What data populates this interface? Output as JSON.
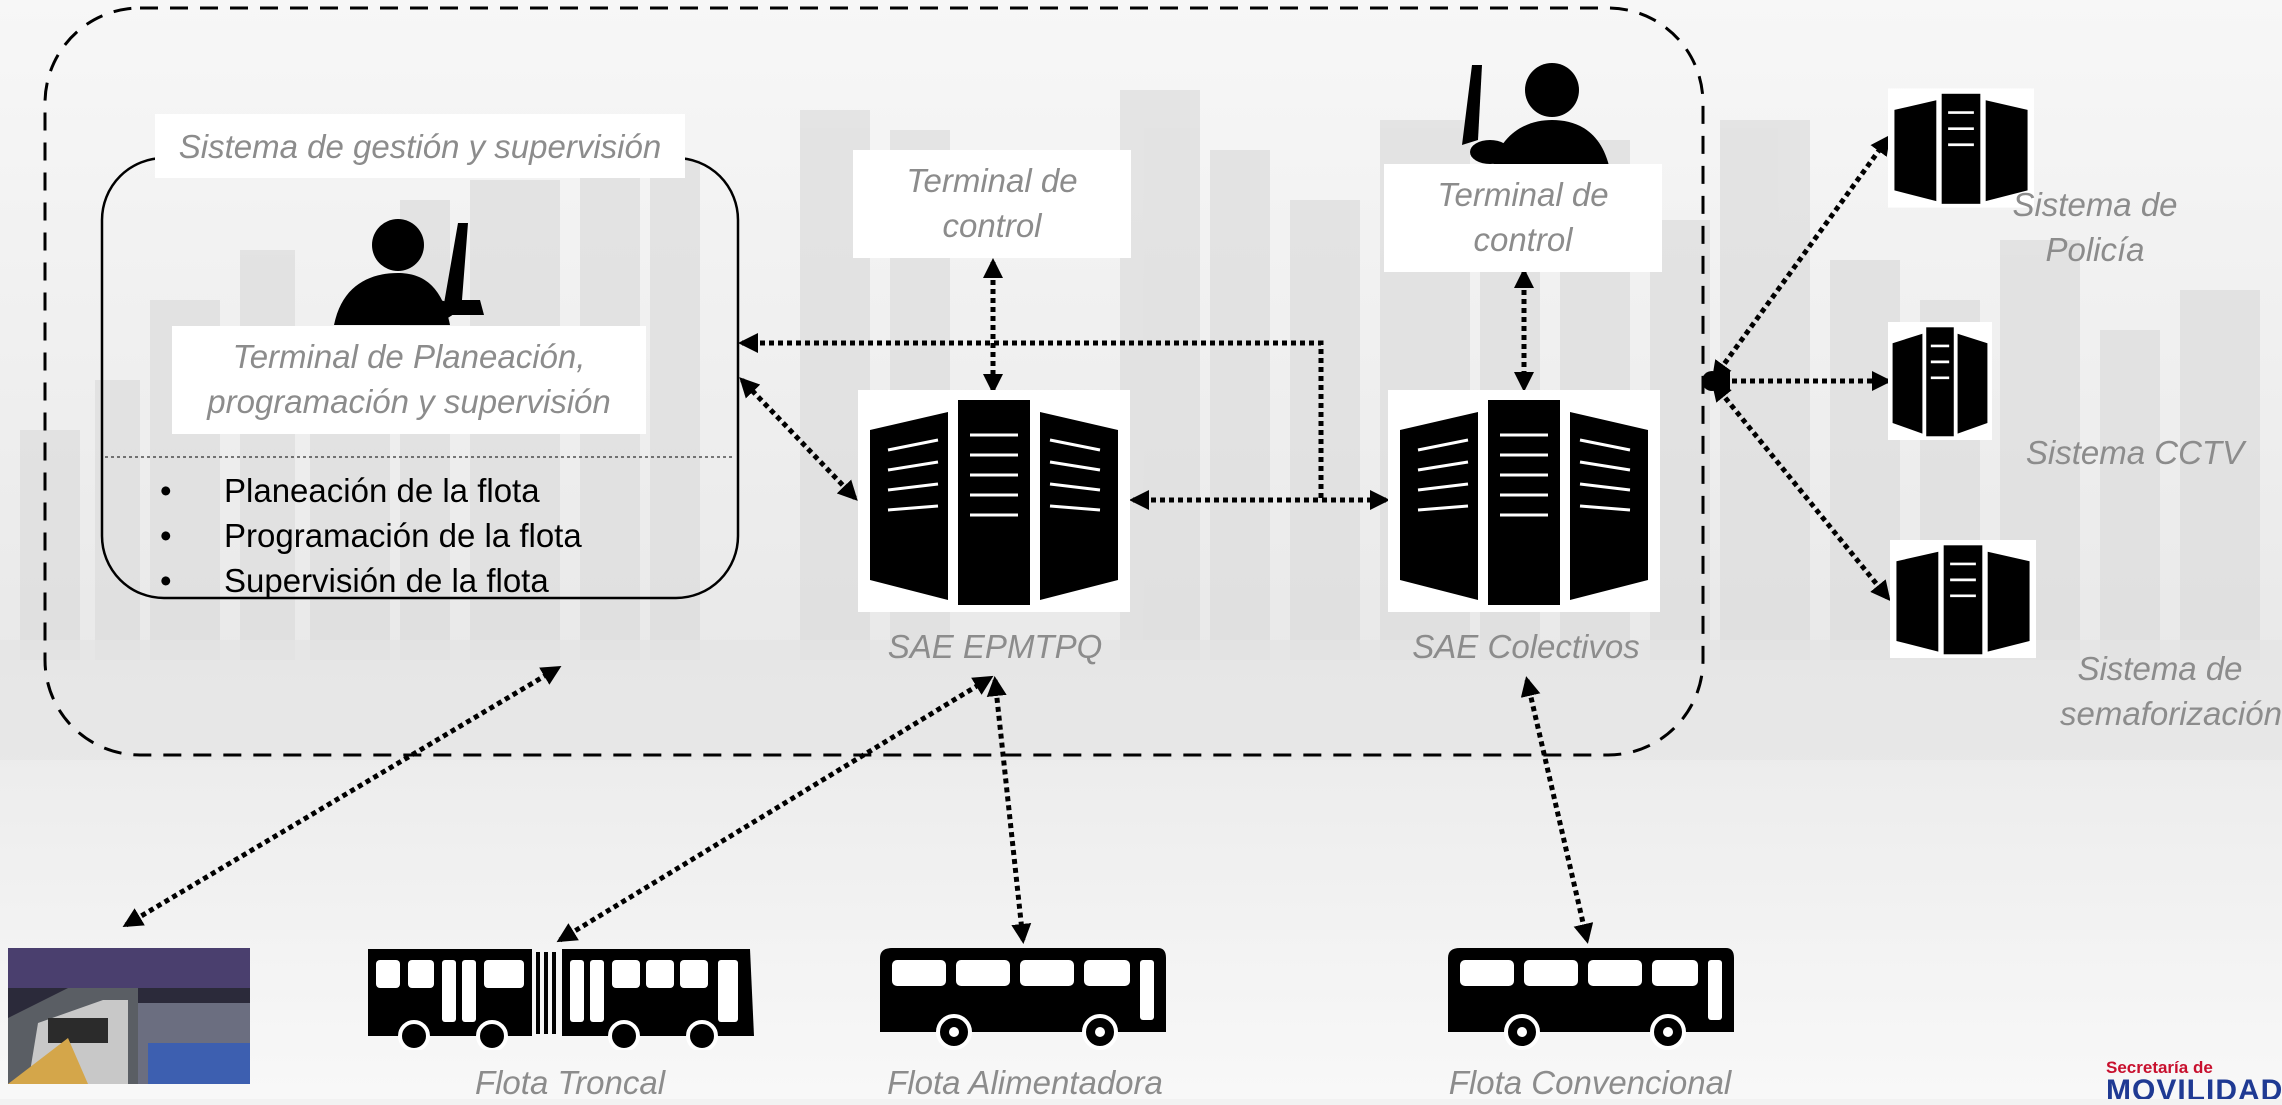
{
  "labels": {
    "sistema_gestion": "Sistema de gestión y supervisión",
    "terminal_planeacion": "Terminal de Planeación, programación y supervisión",
    "terminal_control_1": "Terminal de control",
    "terminal_control_2": "Terminal de control",
    "sae_epmtpq": "SAE EPMTPQ",
    "sae_colectivos": "SAE Colectivos",
    "sistema_policia": "Sistema de Policía",
    "sistema_cctv": "Sistema CCTV",
    "sistema_semaforizacion": "Sistema de semaforización",
    "flota_troncal": "Flota Troncal",
    "flota_alimentadora": "Flota Alimentadora",
    "flota_convencional": "Flota Convencional"
  },
  "bullets": [
    "Planeación de la flota",
    "Programación de la flota",
    "Supervisión de la flota"
  ],
  "logo": {
    "line1": "Secretaría de",
    "line2": "MOVILIDAD"
  },
  "colors": {
    "label_gray": "#8c8c8c",
    "icon_black": "#000000",
    "box_white": "#ffffff"
  }
}
